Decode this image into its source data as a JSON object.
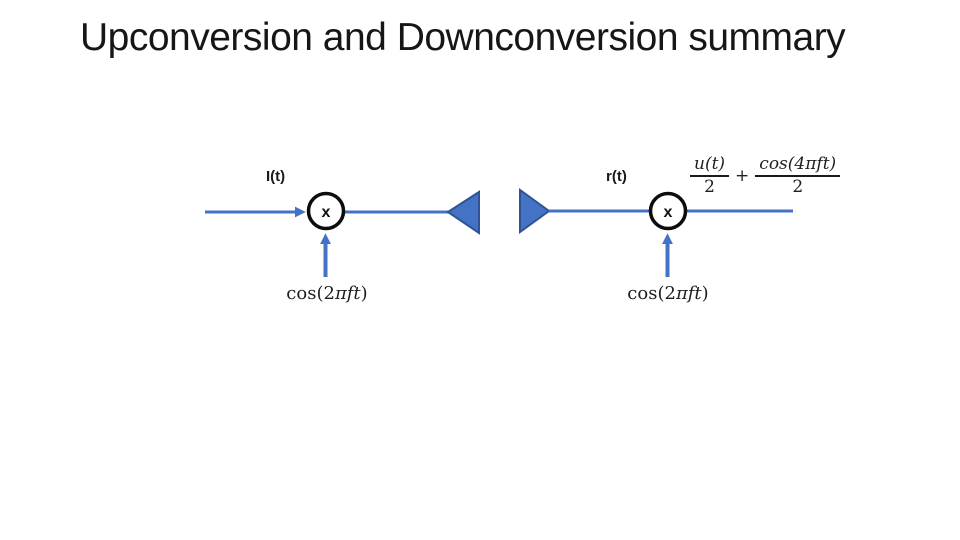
{
  "slide": {
    "title": "Upconversion and Downconversion summary"
  },
  "diagram": {
    "colors": {
      "accent_blue": "#4472c4",
      "triangle_border": "#2f5496",
      "circle_border": "#0d0d0d"
    },
    "upconversion": {
      "input_label": "I(t)",
      "multiplier_symbol": "x",
      "oscillator": {
        "prefix": "cos(2",
        "italic": "πft",
        "suffix": ")"
      }
    },
    "downconversion": {
      "input_label": "r(t)",
      "multiplier_symbol": "x",
      "oscillator": {
        "prefix": "cos(2",
        "italic": "πft",
        "suffix": ")"
      },
      "output_formula": {
        "numerator1": "u(t)",
        "denominator1": "2",
        "operator": "+",
        "numerator2": "cos(4πft)",
        "denominator2": "2"
      }
    }
  }
}
